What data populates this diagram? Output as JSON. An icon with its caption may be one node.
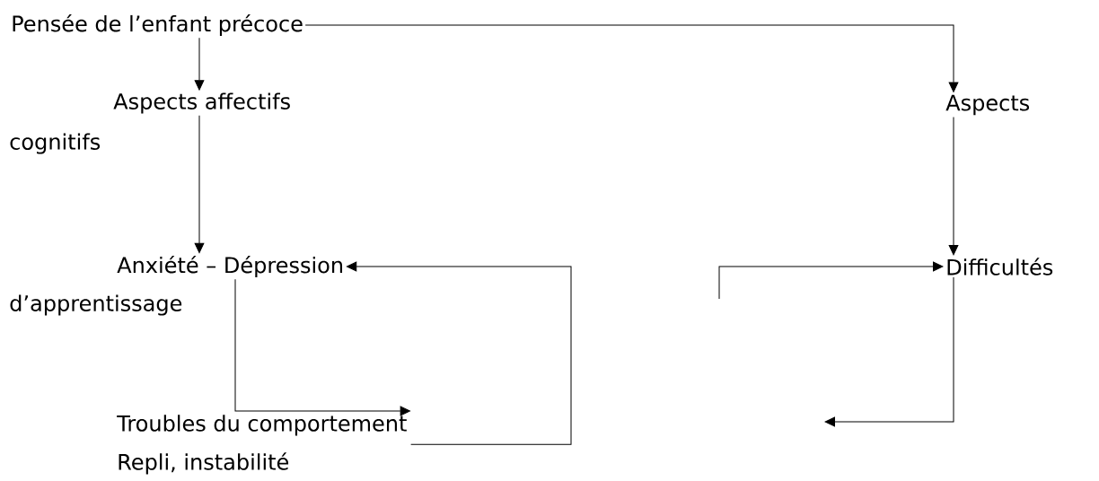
{
  "diagram": {
    "nodes": [
      {
        "text": [
          "Pensée de l’enfant précoce"
        ]
      },
      {
        "text": [
          "Aspects affectifs"
        ]
      },
      {
        "text": [
          "Aspects"
        ]
      },
      {
        "text": [
          "Anxiété – Dépression"
        ]
      },
      {
        "text": [
          "Difficultés"
        ]
      },
      {
        "text": [
          "Troubles du comportement",
          "Repli, instabilité"
        ]
      }
    ],
    "edges": [
      {
        "from": 0,
        "to": 1,
        "arrow": "to"
      },
      {
        "from": 0,
        "to": 2,
        "arrow": "to"
      },
      {
        "from": 1,
        "to": 3,
        "arrow": "to"
      },
      {
        "from": 2,
        "to": 4,
        "arrow": "to"
      },
      {
        "from": 3,
        "to": 5,
        "arrow": "to"
      },
      {
        "from": 5,
        "to": 3,
        "arrow": "to"
      },
      {
        "from": null,
        "to": 4,
        "arrow": "to"
      },
      {
        "from": 4,
        "to": null,
        "arrow": "to"
      }
    ],
    "labels": [
      "cognitifs",
      "d’apprentissage"
    ]
  }
}
